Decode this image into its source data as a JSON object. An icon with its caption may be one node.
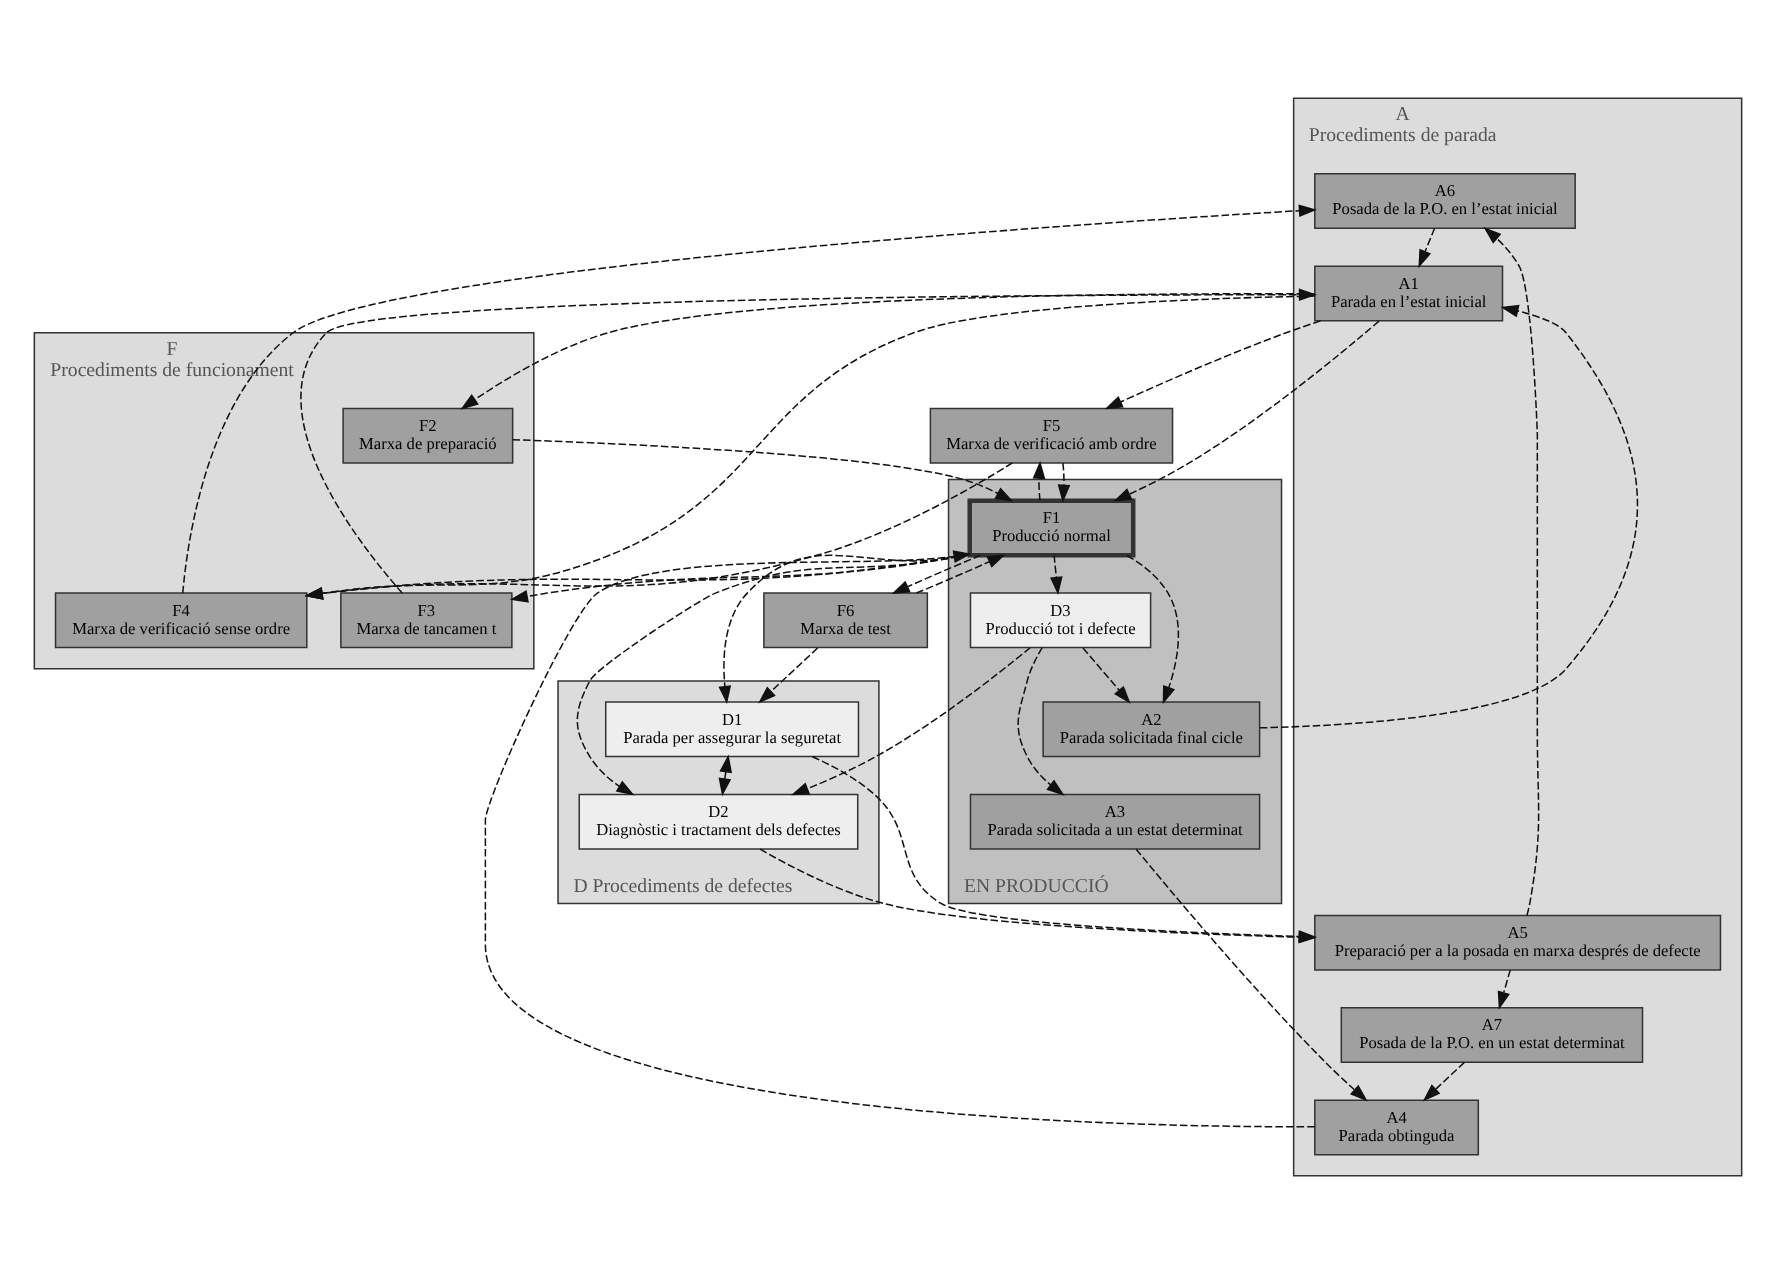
{
  "diagram": {
    "nodes": [
      {
        "text": [
          "A",
          "Procediments de parada"
        ]
      },
      {
        "text": [
          "A6",
          "Posada de la P.O. en l’estat inicial"
        ],
        "in": 0
      },
      {
        "text": [
          "A1",
          "Parada en l’estat inicial"
        ],
        "in": 0
      },
      {
        "text": [
          "A7",
          "Posada de la P.O. en un estat determinat"
        ],
        "in": 0
      },
      {
        "text": [
          "A4",
          "Parada obtinguda"
        ],
        "in": 0
      },
      {
        "text": [
          "A5",
          "Preparació per a la posada en marxa després de defecte"
        ],
        "in": 0
      },
      {
        "text": [
          "F",
          "Procediments de funcionament"
        ]
      },
      {
        "text": [
          "F4",
          "Marxa de verificació sense ordre"
        ],
        "in": 6
      },
      {
        "text": [
          "F2",
          "Marxa de preparació"
        ],
        "in": 6
      },
      {
        "text": [
          "F3",
          "Marxa de tancamen t"
        ],
        "in": 6
      },
      {
        "text": [
          "F5",
          "Marxa de verificació amb ordre"
        ]
      },
      {
        "text": [
          "EN PRODUCCIÓ"
        ]
      },
      {
        "text": [
          "A2",
          "Parada solicitada final cicle"
        ],
        "in": 11
      },
      {
        "text": [
          "A3",
          "Parada solicitada a un estat determinat"
        ],
        "in": 11
      },
      {
        "text": [
          "F1",
          "Producció normal"
        ],
        "in": 11
      },
      {
        "text": [
          "D Procediments de defectes"
        ]
      },
      {
        "text": [
          "D2",
          "Diagnòstic i tractament dels defectes"
        ],
        "in": 15
      },
      {
        "text": [
          "D3",
          "Producció tot i defecte"
        ],
        "in": 11
      },
      {
        "text": [
          "D1",
          "Parada per assegurar la seguretat"
        ],
        "in": 15
      },
      {
        "text": [
          "F6",
          "Marxa de test"
        ]
      }
    ],
    "edges": [
      {
        "from": 7,
        "to": 1,
        "arrow": "to",
        "style": "dashed"
      },
      {
        "from": 1,
        "to": 2,
        "arrow": "to",
        "style": "dashed"
      },
      {
        "from": 2,
        "to": 7,
        "arrow": "to",
        "style": "dashed"
      },
      {
        "from": 9,
        "to": 2,
        "arrow": "to",
        "style": "dashed"
      },
      {
        "from": 2,
        "to": 8,
        "arrow": "to",
        "style": "dashed"
      },
      {
        "from": 2,
        "to": 14,
        "arrow": "to",
        "style": "dashed"
      },
      {
        "from": 4,
        "to": 14,
        "arrow": "to",
        "style": "dashed"
      },
      {
        "from": 8,
        "to": 14,
        "arrow": "to",
        "style": "dashed"
      },
      {
        "from": 14,
        "to": 9,
        "arrow": "to",
        "style": "dashed"
      },
      {
        "from": 3,
        "to": 4,
        "arrow": "to",
        "style": "dashed"
      },
      {
        "from": 5,
        "to": 1,
        "arrow": "to",
        "style": "dashed"
      },
      {
        "from": 5,
        "to": 3,
        "arrow": "to",
        "style": "dashed"
      },
      {
        "from": 12,
        "to": 2,
        "arrow": "to",
        "style": "dashed"
      },
      {
        "from": 13,
        "to": 4,
        "arrow": "to",
        "style": "dashed"
      },
      {
        "from": 14,
        "to": 7,
        "arrow": "to",
        "style": "dashed"
      },
      {
        "from": 2,
        "to": 10,
        "arrow": "to",
        "style": "dashed"
      },
      {
        "from": 14,
        "to": 10,
        "arrow": "to",
        "style": "dashed"
      },
      {
        "from": 10,
        "to": 14,
        "arrow": "to",
        "style": "dashed"
      },
      {
        "from": 14,
        "to": 19,
        "arrow": "to",
        "style": "dashed"
      },
      {
        "from": 19,
        "to": 14,
        "arrow": "to",
        "style": "dashed"
      },
      {
        "from": 10,
        "to": 7,
        "arrow": "to",
        "style": "dashed"
      },
      {
        "from": 14,
        "to": 12,
        "arrow": "to",
        "style": "dashed"
      },
      {
        "from": 17,
        "to": 12,
        "arrow": "to",
        "style": "dashed"
      },
      {
        "from": 17,
        "to": 13,
        "arrow": "to",
        "style": "dashed"
      },
      {
        "from": 14,
        "to": 17,
        "arrow": "to",
        "style": "dashed"
      },
      {
        "from": 17,
        "to": 16,
        "arrow": "to",
        "style": "dashed"
      },
      {
        "from": 16,
        "to": 5,
        "arrow": "to",
        "style": "dashed"
      },
      {
        "from": 18,
        "to": 16,
        "arrow": "both",
        "style": "dashed"
      },
      {
        "from": 14,
        "to": 16,
        "arrow": "to",
        "style": "dashed"
      },
      {
        "from": 14,
        "to": 18,
        "arrow": "to",
        "style": "dashed"
      },
      {
        "from": 19,
        "to": 18,
        "arrow": "to",
        "style": "dashed"
      },
      {
        "from": 18,
        "to": 5,
        "arrow": "to",
        "style": "dashed"
      }
    ]
  }
}
